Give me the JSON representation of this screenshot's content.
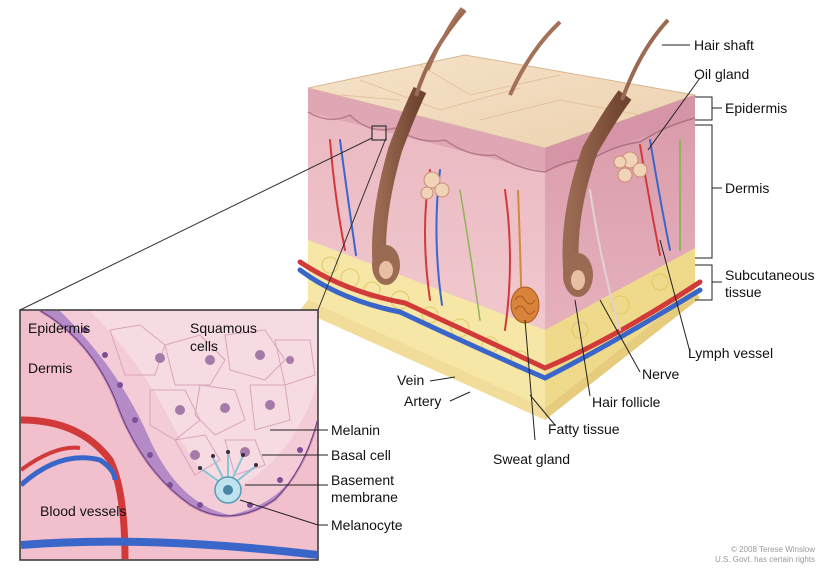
{
  "labels": {
    "hair_shaft": "Hair shaft",
    "oil_gland": "Oil gland",
    "epidermis": "Epidermis",
    "dermis": "Dermis",
    "subcutaneous_line1": "Subcutaneous",
    "subcutaneous_line2": "tissue",
    "lymph_vessel": "Lymph vessel",
    "nerve": "Nerve",
    "hair_follicle": "Hair follicle",
    "fatty_tissue": "Fatty tissue",
    "sweat_gland": "Sweat gland",
    "vein": "Vein",
    "artery": "Artery"
  },
  "inset": {
    "epidermis": "Epidermis",
    "dermis": "Dermis",
    "squamous_line1": "Squamous",
    "squamous_line2": "cells",
    "melanin": "Melanin",
    "basal_cell": "Basal cell",
    "basement_line1": "Basement",
    "basement_line2": "membrane",
    "melanocyte": "Melanocyte",
    "blood_vessels": "Blood vessels"
  },
  "copyright": {
    "line1": "© 2008 Terese Winslow",
    "line2": "U.S. Govt. has certain rights"
  },
  "colors": {
    "top_skin": "#f3dcc0",
    "epidermis": "#e8b8c4",
    "dermis_front": "#f2c9cf",
    "dermis_side": "#e4a9b7",
    "fat": "#f6e7a6",
    "artery": "#d23a3a",
    "vein": "#3b66c9",
    "hair": "#8a5a44",
    "basal": "#a97bc4"
  }
}
